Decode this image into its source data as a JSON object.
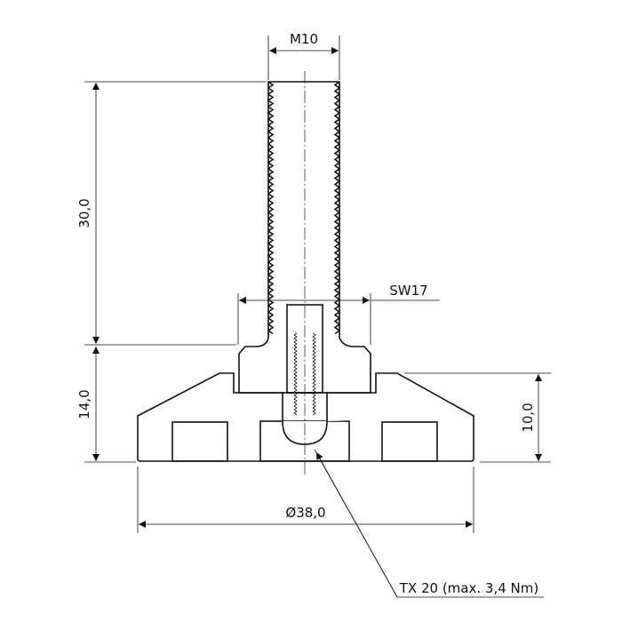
{
  "drawing": {
    "title": "Adjustable leveling foot with threaded stud, cross-section",
    "dimensions": {
      "thread": "M10",
      "stud_length": "30,0",
      "total_base_height": "14,0",
      "wrench_size": "SW17",
      "base_height": "10,0",
      "base_diameter": "Ø38,0",
      "drive": "TX 20 (max. 3,4 Nm)"
    },
    "colors": {
      "line": "#111111",
      "background": "#ffffff"
    }
  }
}
